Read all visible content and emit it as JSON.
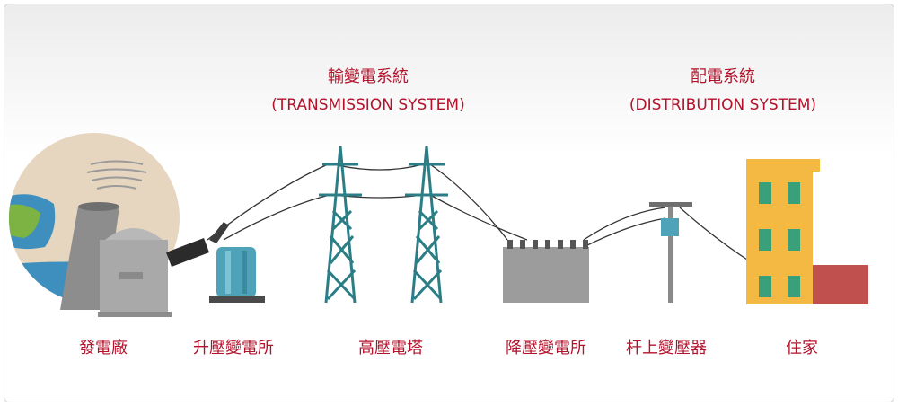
{
  "sections": {
    "transmission": {
      "zh": "輸變電系統",
      "en": "(TRANSMISSION SYSTEM)"
    },
    "distribution": {
      "zh": "配電系統",
      "en": "(DISTRIBUTION SYSTEM)"
    }
  },
  "labels": {
    "power_plant": "發電廠",
    "step_up_substation": "升壓變電所",
    "transmission_tower": "高壓電塔",
    "step_down_substation": "降壓變電所",
    "pole_transformer": "杆上變壓器",
    "residence": "住家"
  },
  "colors": {
    "label_red": "#b3122b",
    "tower_teal": "#2b7d86",
    "transformer_blue": "#4fa3b8",
    "building_yellow": "#f4b942",
    "brick": "#c0504d"
  }
}
